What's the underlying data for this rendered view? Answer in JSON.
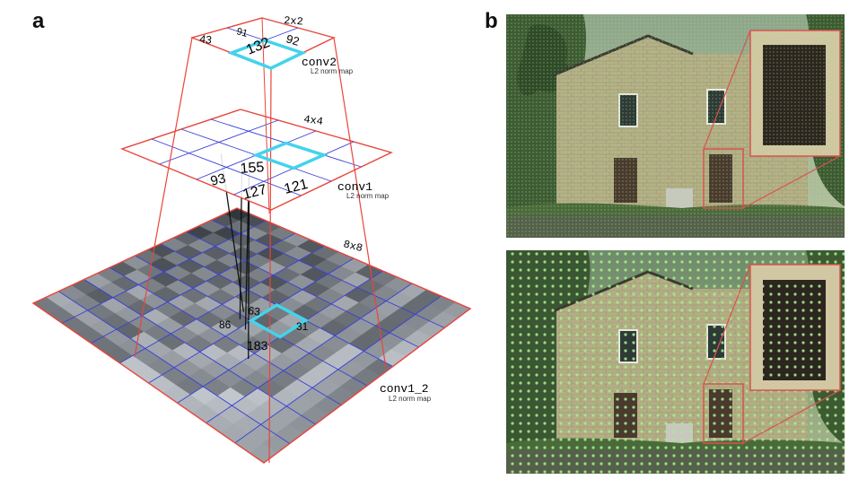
{
  "panel_a": {
    "label": "a",
    "layers": [
      {
        "id": "conv2",
        "name": "conv2",
        "subtitle": "L2 norm map",
        "grid": "2x2",
        "values": [
          "43",
          "91",
          "132",
          "92"
        ]
      },
      {
        "id": "conv1",
        "name": "conv1",
        "subtitle": "L2 norm map",
        "grid": "4x4",
        "values": [
          "155",
          "93",
          "127",
          "121"
        ]
      },
      {
        "id": "conv1_2",
        "name": "conv1_2",
        "subtitle": "L2 norm map",
        "grid": "8x8",
        "values": [
          "63",
          "86",
          "183",
          "31"
        ]
      }
    ],
    "colors": {
      "outline": "#e8453c",
      "grid": "#3a3fd6",
      "highlight": "#43d3ec",
      "connector": "#111111"
    }
  },
  "panel_b": {
    "label": "b",
    "colors": {
      "zoom_frame": "#d9534f",
      "dots": "#8ee07a"
    }
  }
}
